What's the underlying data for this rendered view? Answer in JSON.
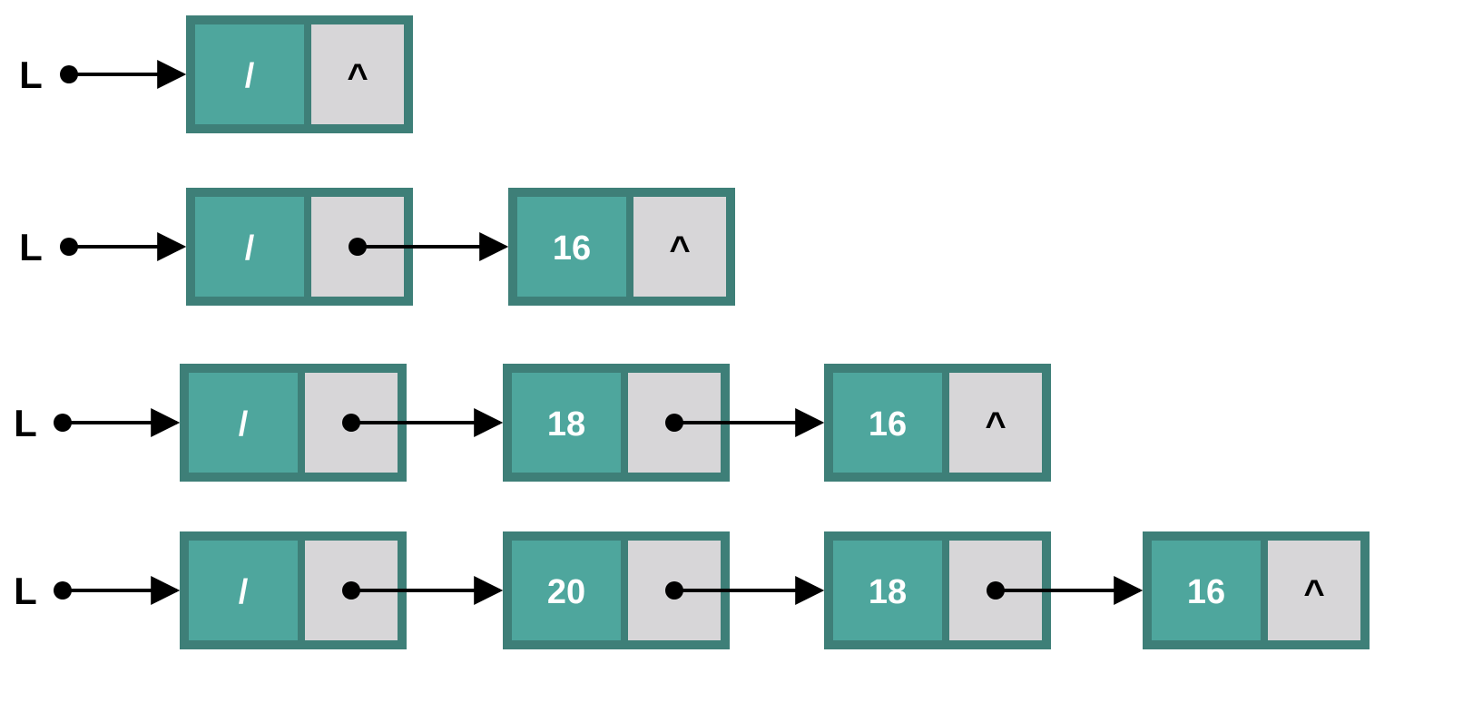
{
  "colors": {
    "node_border": "#3e7f78",
    "data_fill": "#4ea69d",
    "pointer_fill": "#d7d6d8",
    "arrow": "#000000",
    "data_text": "#ffffff",
    "null_text": "#000000"
  },
  "icons": {
    "pointer_dot": "dot-icon",
    "arrow": "arrow-right-icon"
  },
  "rows": [
    {
      "head_label": "L",
      "nodes": [
        {
          "data": "/",
          "next": "^"
        }
      ]
    },
    {
      "head_label": "L",
      "nodes": [
        {
          "data": "/",
          "next": ""
        },
        {
          "data": "16",
          "next": "^"
        }
      ]
    },
    {
      "head_label": "L",
      "nodes": [
        {
          "data": "/",
          "next": ""
        },
        {
          "data": "18",
          "next": ""
        },
        {
          "data": "16",
          "next": "^"
        }
      ]
    },
    {
      "head_label": "L",
      "nodes": [
        {
          "data": "/",
          "next": ""
        },
        {
          "data": "20",
          "next": ""
        },
        {
          "data": "18",
          "next": ""
        },
        {
          "data": "16",
          "next": "^"
        }
      ]
    }
  ]
}
